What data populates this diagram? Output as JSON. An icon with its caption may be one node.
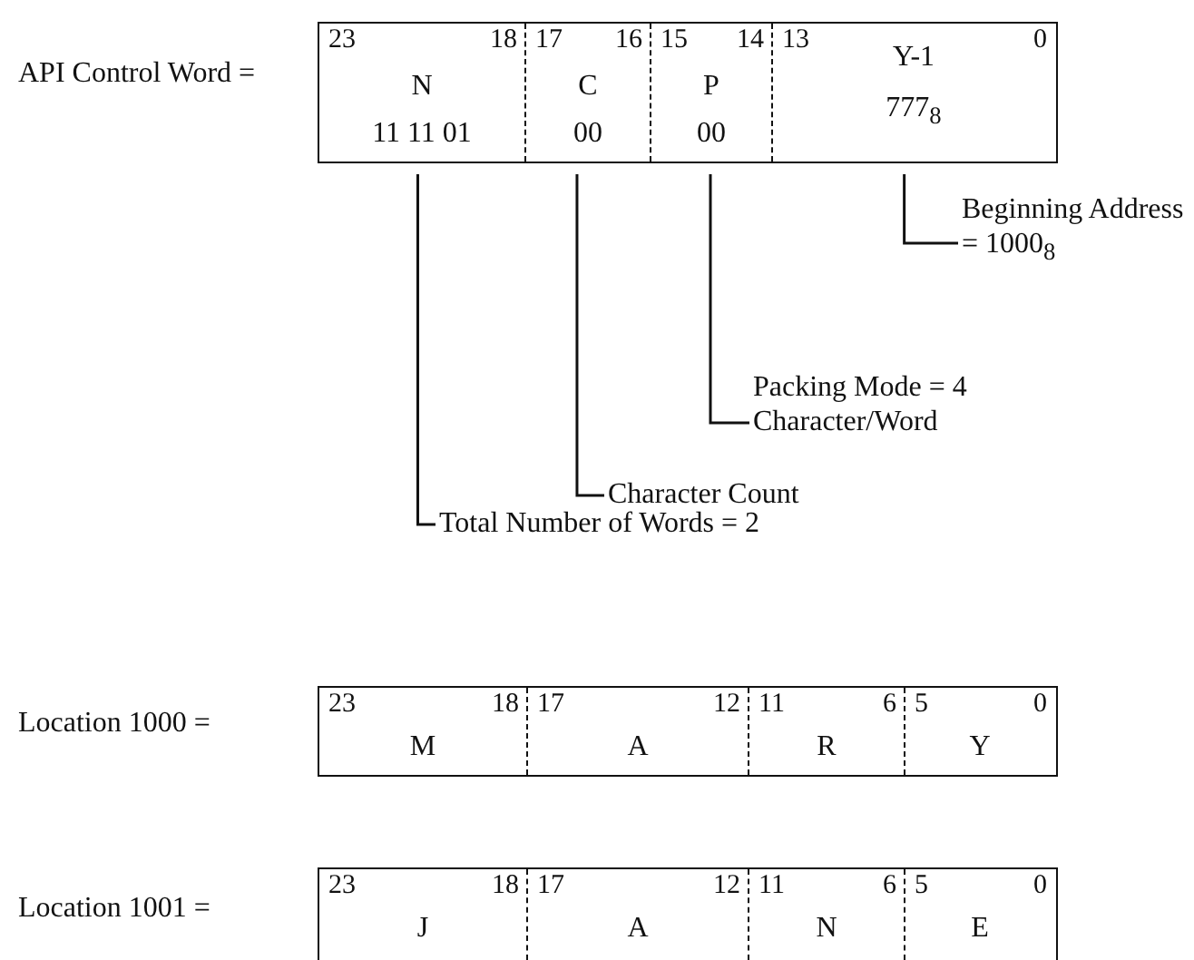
{
  "diagram": {
    "nodes": [
      {
        "text": [],
        "shape": "box",
        "beside": [
          "API Control Word ="
        ]
      },
      {
        "text": [
          "23",
          "18",
          "N",
          "11 11 01"
        ],
        "in": 0
      },
      {
        "text": [
          "17",
          "16",
          "C",
          "00"
        ],
        "in": 0
      },
      {
        "text": [
          "15",
          "14",
          "P",
          "00"
        ],
        "in": 0
      },
      {
        "text": [
          "13",
          "0",
          "Y-1",
          "777$_{8}$"
        ],
        "in": 0
      },
      {
        "text": [
          "Beginning Address = 1000$_{8}$"
        ]
      },
      {
        "text": [
          "Packing Mode = 4 Character/Word"
        ]
      },
      {
        "text": [
          "Character Count"
        ]
      },
      {
        "text": [
          "Total Number of Words = 2"
        ]
      },
      {
        "text": [],
        "shape": "box",
        "beside": [
          "Location 1000 ="
        ]
      },
      {
        "text": [
          "23",
          "18",
          "M"
        ],
        "in": 9
      },
      {
        "text": [
          "17",
          "12",
          "A"
        ],
        "in": 9
      },
      {
        "text": [
          "11",
          "6",
          "R"
        ],
        "in": 9
      },
      {
        "text": [
          "5",
          "0",
          "Y"
        ],
        "in": 9
      },
      {
        "text": [],
        "shape": "box",
        "beside": [
          "Location 1001 ="
        ]
      },
      {
        "text": [
          "23",
          "18",
          "J"
        ],
        "in": 14
      },
      {
        "text": [
          "17",
          "12",
          "A"
        ],
        "in": 14
      },
      {
        "text": [
          "11",
          "6",
          "N"
        ],
        "in": 14
      },
      {
        "text": [
          "5",
          "0",
          "E"
        ],
        "in": 14
      }
    ],
    "edges": [
      {
        "from": 5,
        "to": 4,
        "arrow": "none"
      },
      {
        "from": 6,
        "to": 3,
        "arrow": "none"
      },
      {
        "from": 7,
        "to": 2,
        "arrow": "none"
      },
      {
        "from": 8,
        "to": 1,
        "arrow": "none"
      }
    ]
  }
}
